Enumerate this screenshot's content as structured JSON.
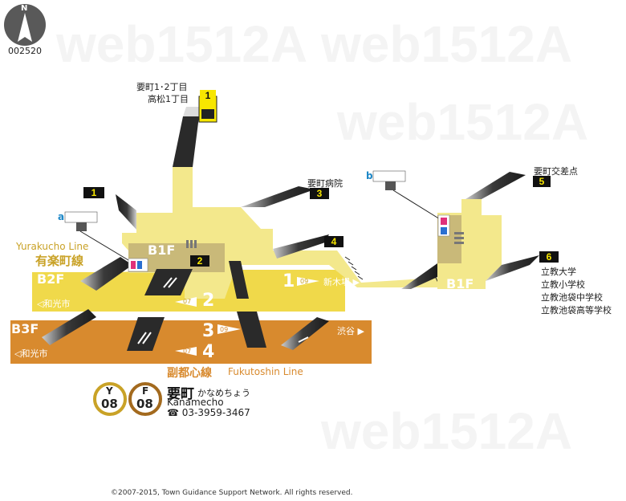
{
  "station": {
    "name": "要町",
    "kana": "かなめちょう",
    "romaji": "Kanamecho",
    "phone": "☎ 03-3959-3467",
    "codes": [
      {
        "letter": "Y",
        "num": "08",
        "color": "#c9a227"
      },
      {
        "letter": "F",
        "num": "08",
        "color": "#a36a1e"
      }
    ]
  },
  "map_id": "002520",
  "compass_label": "N",
  "lines": {
    "yurakucho_en": "Yurakucho Line",
    "yurakucho_jp": "有楽町線",
    "fukutoshin_jp": "副都心線",
    "fukutoshin_en": "Fukutoshin Line"
  },
  "floors": {
    "b1f_left": "B1F",
    "b1f_right": "B1F",
    "b2f": "B2F",
    "b3f": "B3F"
  },
  "platforms": {
    "p1": "1",
    "p2": "2",
    "p3": "3",
    "p4": "4",
    "p1_next_code": "09",
    "p1_direction": "新木場 ▶",
    "p2_next_code": "07",
    "p2_direction": "◁和光市",
    "p3_next_code": "09",
    "p3_direction": "渋谷 ▶",
    "p4_next_code": "07",
    "p4_direction": "◁和光市"
  },
  "exits": [
    {
      "num": "1",
      "label_lines": [
        "要町1･2丁目",
        "高松1丁目"
      ]
    },
    {
      "num": "1",
      "label_lines": []
    },
    {
      "num": "2",
      "label_lines": []
    },
    {
      "num": "3",
      "label_lines": [
        "要町病院"
      ]
    },
    {
      "num": "4",
      "label_lines": []
    },
    {
      "num": "5",
      "label_lines": [
        "要町交差点"
      ]
    },
    {
      "num": "6",
      "label_lines": [
        "立教大学",
        "立教小学校",
        "立教池袋中学校",
        "立教池袋高等学校"
      ]
    }
  ],
  "facility_markers": {
    "a": "a",
    "b": "b"
  },
  "watermark": "web1512A",
  "copyright": "©2007-2015, Town Guidance Support Network. All rights reserved.",
  "colors": {
    "yurakucho": "#f0d94a",
    "yurakucho_light": "#f6ea8e",
    "fukutoshin": "#d88a2e",
    "concourse": "#f3e88c",
    "stair": "#2a2a2a"
  }
}
